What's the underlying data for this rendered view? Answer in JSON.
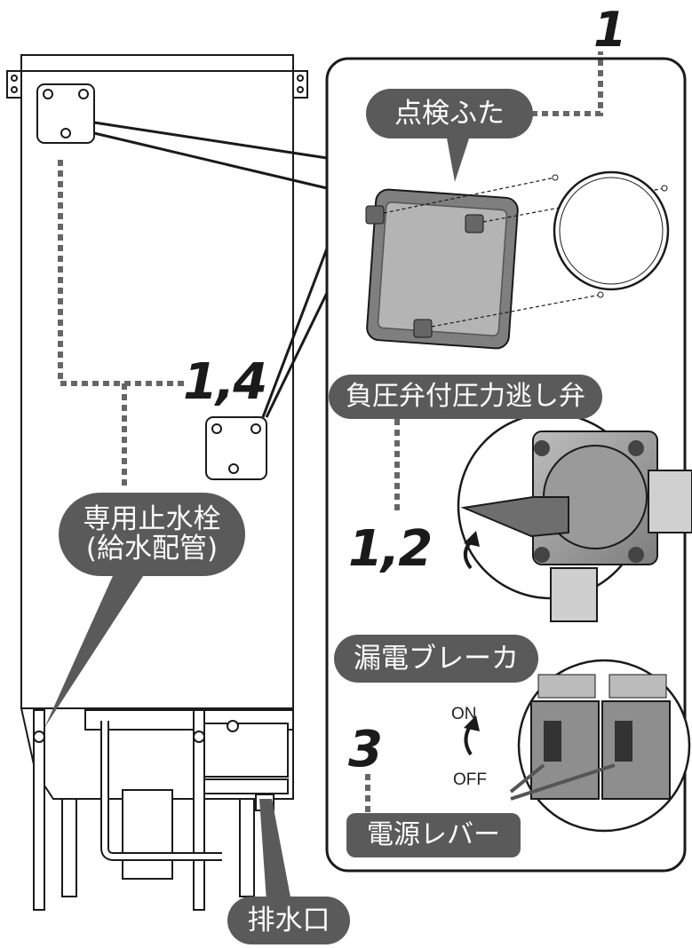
{
  "steps": {
    "lid": "1",
    "tank_points": "1,4",
    "valve": "1,2",
    "breaker": "3"
  },
  "labels": {
    "inspection_lid": "点検ふた",
    "relief_valve": "負圧弁付圧力逃し弁",
    "stop_valve_line1": "専用止水栓",
    "stop_valve_line2": "(給水配管)",
    "breaker": "漏電ブレーカ",
    "power_lever": "電源レバー",
    "drain": "排水口"
  },
  "switch": {
    "on": "ON",
    "off": "OFF"
  },
  "colors": {
    "label_fill": "#5a5a5a",
    "line": "#1a1a1a",
    "dotted": "#666666",
    "panel_gray": "#8a8a8a"
  }
}
